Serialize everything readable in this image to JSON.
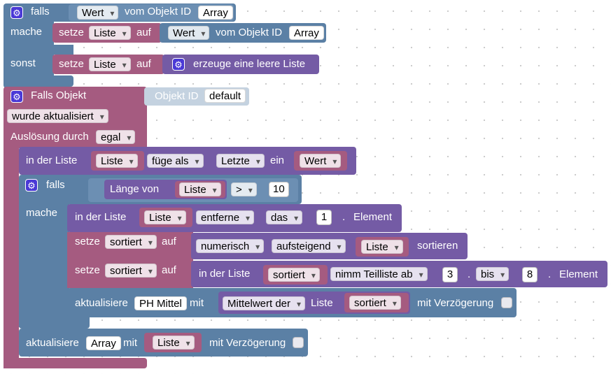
{
  "if_block": {
    "falls": "falls",
    "wert_dd": "Wert",
    "vom_objekt_id": "vom Objekt ID",
    "array_field": "Array",
    "mache": "mache",
    "setze1": "setze",
    "liste_dd1": "Liste",
    "auf1": "auf",
    "wert_dd2": "Wert",
    "vom_objekt_id2": "vom Objekt ID",
    "array_field2": "Array",
    "sonst": "sonst",
    "setze2": "setze",
    "liste_dd2": "Liste",
    "auf2": "auf",
    "erzeuge": "erzeuge eine leere Liste"
  },
  "trigger": {
    "falls_objekt": "Falls Objekt",
    "objekt_id": "Objekt ID",
    "default_field": "default",
    "wurde_aktualisiert": "wurde aktualisiert",
    "ausloesung_durch": "Auslösung durch",
    "egal": "egal"
  },
  "list_insert": {
    "in_der_liste": "in der Liste",
    "liste_dd": "Liste",
    "fuege_als": "füge als",
    "letzte": "Letzte",
    "ein": "ein",
    "wert_dd": "Wert"
  },
  "inner_if": {
    "falls": "falls",
    "laenge_von": "Länge von",
    "liste_dd": "Liste",
    "op": ">",
    "ten": "10",
    "mache": "mache"
  },
  "remove": {
    "in_der_liste": "in der Liste",
    "liste_dd": "Liste",
    "entferne": "entferne",
    "das": "das",
    "one": "1",
    "dot": ".",
    "element": "Element"
  },
  "sort": {
    "setze": "setze",
    "sortiert_dd": "sortiert",
    "auf": "auf",
    "numerisch": "numerisch",
    "aufsteigend": "aufsteigend",
    "liste_dd": "Liste",
    "sortieren": "sortieren"
  },
  "sublist": {
    "setze": "setze",
    "sortiert_dd": "sortiert",
    "auf": "auf",
    "in_der_liste": "in der Liste",
    "sortiert_dd2": "sortiert",
    "nimm": "nimm Teilliste ab",
    "three": "3",
    "dot1": ".",
    "bis": "bis",
    "eight": "8",
    "dot2": ".",
    "element": "Element"
  },
  "update1": {
    "aktualisiere": "aktualisiere",
    "ph_mittel": "PH Mittel",
    "mit": "mit",
    "mittelwert": "Mittelwert der",
    "liste": "Liste",
    "sortiert_dd": "sortiert",
    "mit_verzoegerung": "mit Verzögerung"
  },
  "update2": {
    "aktualisiere": "aktualisiere",
    "array": "Array",
    "mit": "mit",
    "liste_dd": "Liste",
    "mit_verzoegerung": "mit Verzögerung"
  },
  "colors": {
    "logic_blue": "#5b80a5",
    "variable_magenta": "#a55b80",
    "list_purple": "#745ba5",
    "gear_blue": "#4a39d6"
  }
}
